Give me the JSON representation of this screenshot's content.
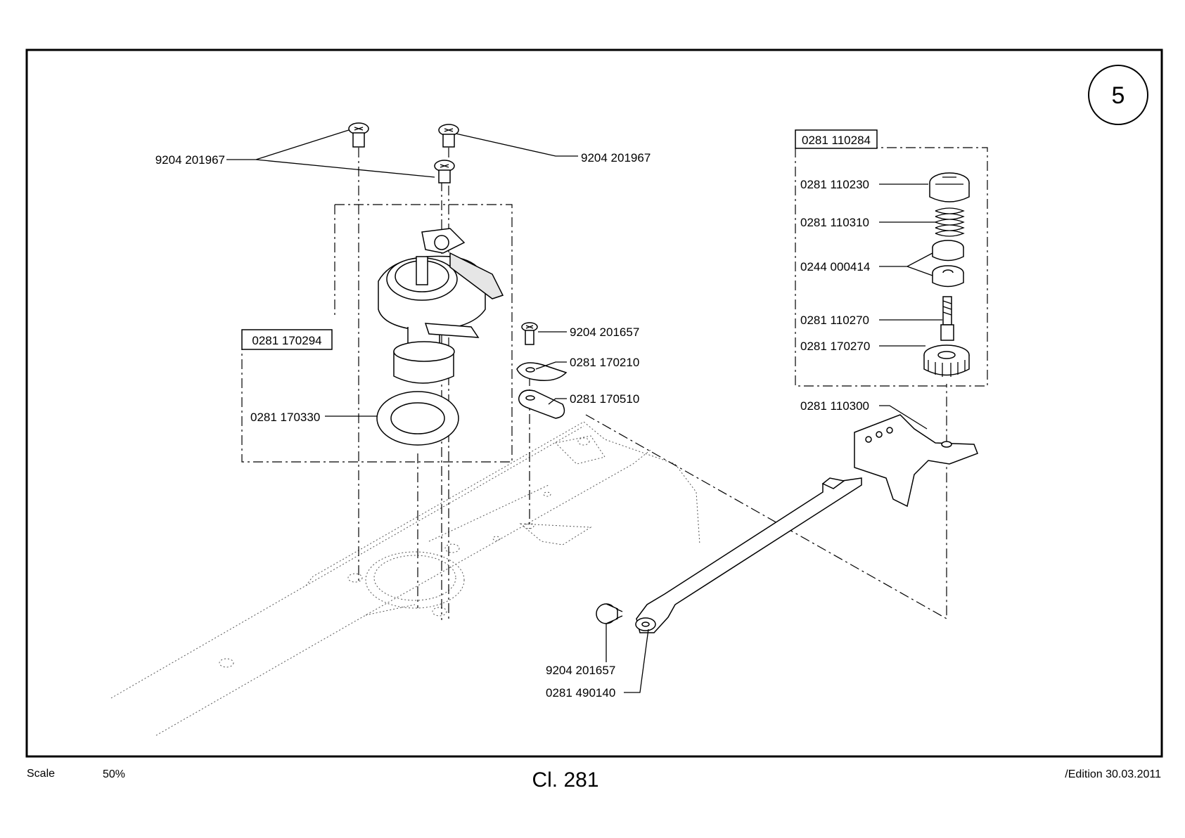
{
  "page_number": "5",
  "footer": {
    "scale_label": "Scale",
    "scale_value": "50%",
    "class_label": "Cl. 281",
    "edition": "/Edition 30.03.2011"
  },
  "assemblies": {
    "left_group": "0281 170294",
    "right_group": "0281 110284"
  },
  "labels": {
    "screw_left": "9204 201967",
    "screw_right": "9204 201967",
    "ring": "0281 170330",
    "small_screw_top": "9204 201657",
    "clip": "0281 170210",
    "plate": "0281 170510",
    "cap": "0281 110230",
    "spring": "0281 110310",
    "washers": "0244 000414",
    "stud": "0281 110270",
    "knob": "0281 170270",
    "bracket": "0281 110300",
    "screw_bottom": "9204 201657",
    "lever": "0281 490140"
  }
}
